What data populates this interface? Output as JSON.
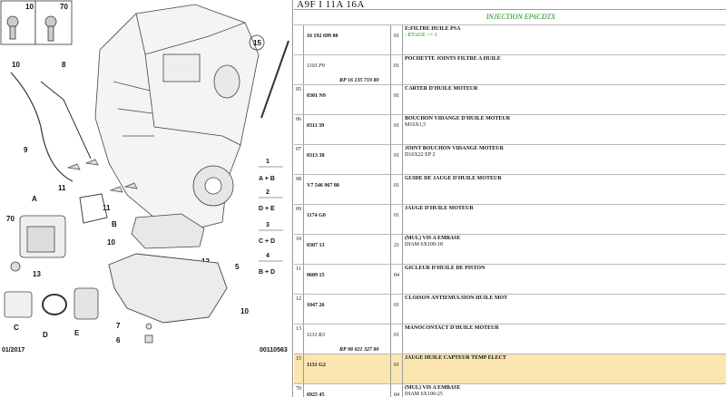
{
  "diagram": {
    "date": "01/2017",
    "ref_code": "00110563",
    "callouts": [
      "15",
      "10",
      "8",
      "9",
      "A",
      "70",
      "11",
      "B",
      "11",
      "10",
      "12",
      "5",
      "13",
      "C",
      "D",
      "E",
      "7",
      "6",
      "10"
    ],
    "small_parts": [
      "10",
      "70"
    ],
    "legend": [
      {
        "num": "1",
        "letters": "A + B"
      },
      {
        "num": "2",
        "letters": "D + E"
      },
      {
        "num": "3",
        "letters": "C + D"
      },
      {
        "num": "4",
        "letters": "B + D"
      }
    ]
  },
  "parts": {
    "header": "A9F I 11A 16A",
    "section_title": "INJECTION EP6CDTX",
    "rows": [
      {
        "num": "",
        "ref": "16 192 699 80",
        "ref_italic": false,
        "ref2": "",
        "qty": "01",
        "desc": "E:FILTRE HUILE PSA",
        "note": "- ETAGE >= 3",
        "desc2": "",
        "highlight": false
      },
      {
        "num": "",
        "ref": "1103 P9",
        "ref_italic": true,
        "ref2": "RP 16 135 719 80",
        "qty": "01",
        "desc": "POCHETTE JOINTS FILTRE A HUILE",
        "note": "",
        "desc2": "",
        "highlight": false
      },
      {
        "num": "05",
        "ref": "0301 N9",
        "ref_italic": false,
        "ref2": "",
        "qty": "01",
        "desc": "CARTER D'HUILE MOTEUR",
        "note": "",
        "desc2": "",
        "highlight": false
      },
      {
        "num": "06",
        "ref": "0311 39",
        "ref_italic": false,
        "ref2": "",
        "qty": "01",
        "desc": "BOUCHON VIDANGE D'HUILE MOTEUR",
        "note": "",
        "desc2": "M16X1,5",
        "highlight": false
      },
      {
        "num": "07",
        "ref": "0313 38",
        "ref_italic": false,
        "ref2": "",
        "qty": "01",
        "desc": "JOINT BOUCHON VIDANGE MOTEUR",
        "note": "",
        "desc2": "D16X22 EP 2",
        "highlight": false
      },
      {
        "num": "08",
        "ref": "V7 546 967 80",
        "ref_italic": false,
        "ref2": "",
        "qty": "01",
        "desc": "GUIDE DE JAUGE D'HUILE MOTEUR",
        "note": "",
        "desc2": "",
        "highlight": false
      },
      {
        "num": "09",
        "ref": "1174 G0",
        "ref_italic": false,
        "ref2": "",
        "qty": "01",
        "desc": "JAUGE D'HUILE MOTEUR",
        "note": "",
        "desc2": "",
        "highlight": false
      },
      {
        "num": "10",
        "ref": "0307 13",
        "ref_italic": false,
        "ref2": "",
        "qty": "21",
        "desc": "(MUL) VIS A EMBASE",
        "note": "",
        "desc2": "DIAM 6X100-18",
        "highlight": false
      },
      {
        "num": "11",
        "ref": "0609 15",
        "ref_italic": false,
        "ref2": "",
        "qty": "04",
        "desc": "GICLEUR D'HUILE DE PISTON",
        "note": "",
        "desc2": "",
        "highlight": false
      },
      {
        "num": "12",
        "ref": "1047 26",
        "ref_italic": false,
        "ref2": "",
        "qty": "01",
        "desc": "CLOISON ANTIEMULSION HUILE MOT",
        "note": "",
        "desc2": "",
        "highlight": false
      },
      {
        "num": "13",
        "ref": "1131 K3",
        "ref_italic": true,
        "ref2": "RP 98 021 327 80",
        "qty": "01",
        "desc": "MANOCONTACT D'HUILE MOTEUR",
        "note": "",
        "desc2": "",
        "highlight": false
      },
      {
        "num": "15",
        "ref": "1131 G2",
        "ref_italic": false,
        "ref2": "",
        "qty": "01",
        "desc": "JAUGE HUILE CAPTEUR TEMP ELECT",
        "note": "",
        "desc2": "",
        "highlight": true
      },
      {
        "num": "70",
        "ref": "6925 45",
        "ref_italic": false,
        "ref2": "",
        "qty": "04",
        "desc": "(MUL) VIS A EMBASE",
        "note": "",
        "desc2": "DIAM 6X100-25",
        "highlight": false
      }
    ]
  }
}
